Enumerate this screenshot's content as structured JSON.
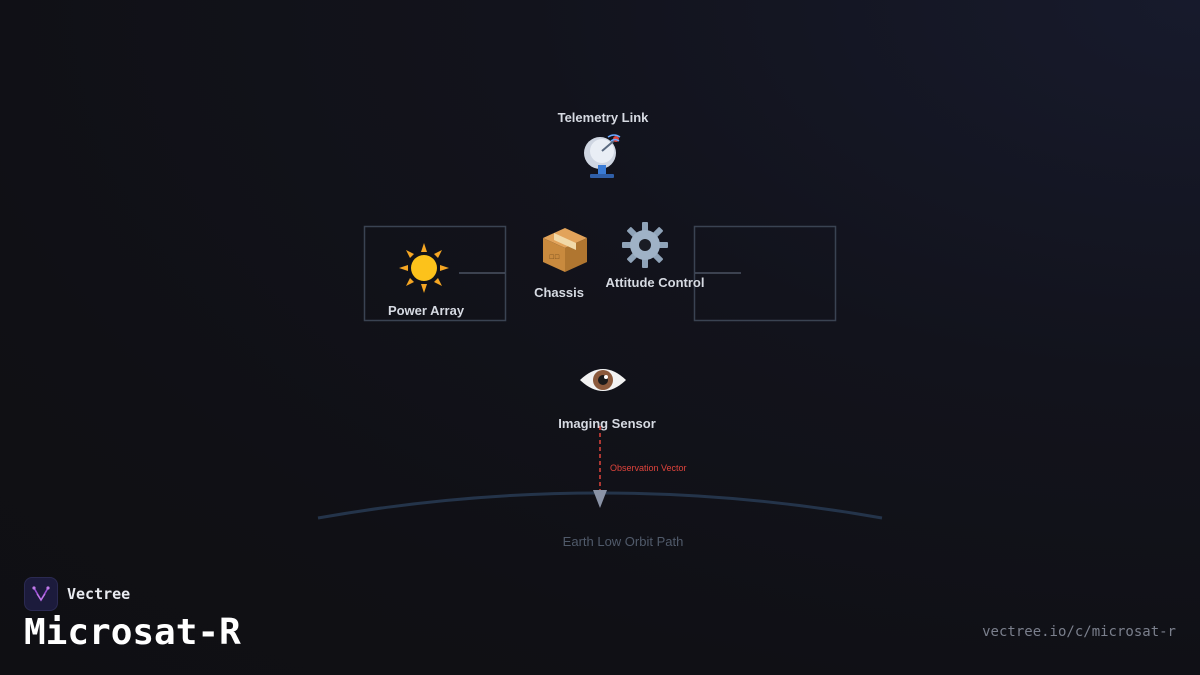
{
  "diagram": {
    "nodes": {
      "telemetry": {
        "label": "Telemetry Link",
        "icon": "satellite-dish-icon"
      },
      "power": {
        "label": "Power Array",
        "icon": "sun-icon"
      },
      "chassis": {
        "label": "Chassis",
        "icon": "package-icon"
      },
      "attitude": {
        "label": "Attitude Control",
        "icon": "gear-icon"
      },
      "imaging": {
        "label": "Imaging Sensor",
        "icon": "eye-icon"
      }
    },
    "observation_vector_label": "Observation Vector",
    "orbit_label": "Earth Low Orbit Path",
    "colors": {
      "frame": "#3a4352",
      "orbit": "#24344a",
      "observation": "#e0443c",
      "arrow": "#8a93a6"
    }
  },
  "brand": {
    "name": "Vectree",
    "title": "Microsat-R",
    "url": "vectree.io/c/microsat-r",
    "logo_color": "#9b4fd6"
  }
}
